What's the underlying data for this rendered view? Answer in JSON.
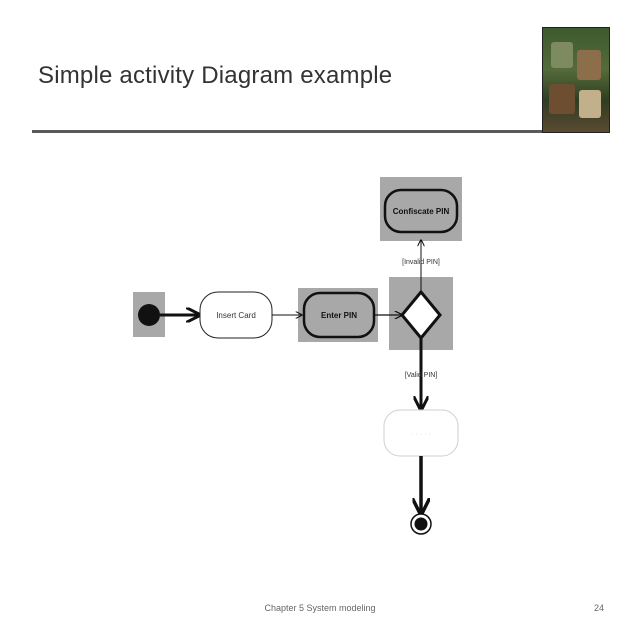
{
  "slide": {
    "title": "Simple activity Diagram example",
    "footer": "Chapter 5 System modeling",
    "page_number": "24"
  },
  "diagram": {
    "nodes": {
      "insert_card": "Insert Card",
      "enter_pin": "Enter PIN",
      "confiscate_pin": "Confiscate PIN",
      "next_activity": "· · · · ·"
    },
    "guards": {
      "invalid_pin": "[Invalid PIN]",
      "valid_pin": "[Valid PIN]"
    }
  },
  "colors": {
    "highlight": "#a8a8a8",
    "ink": "#111111",
    "title": "#333333"
  }
}
